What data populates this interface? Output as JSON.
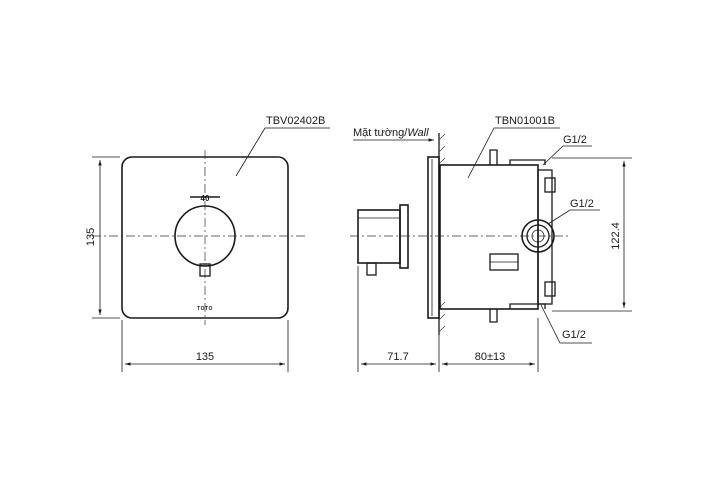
{
  "labels": {
    "front_part": "TBV02402B",
    "body_part": "TBN01001B",
    "wall": "Mặt tường/",
    "wall_italic": "Wall",
    "dial_mark": "40",
    "brand": "TOTO",
    "g_top": "G1/2",
    "g_mid": "G1/2",
    "g_bottom": "G1/2"
  },
  "dimensions": {
    "front_width": "135",
    "front_height": "135",
    "depth_front": "71.7",
    "depth_body": "80±13",
    "body_height": "122.4"
  }
}
